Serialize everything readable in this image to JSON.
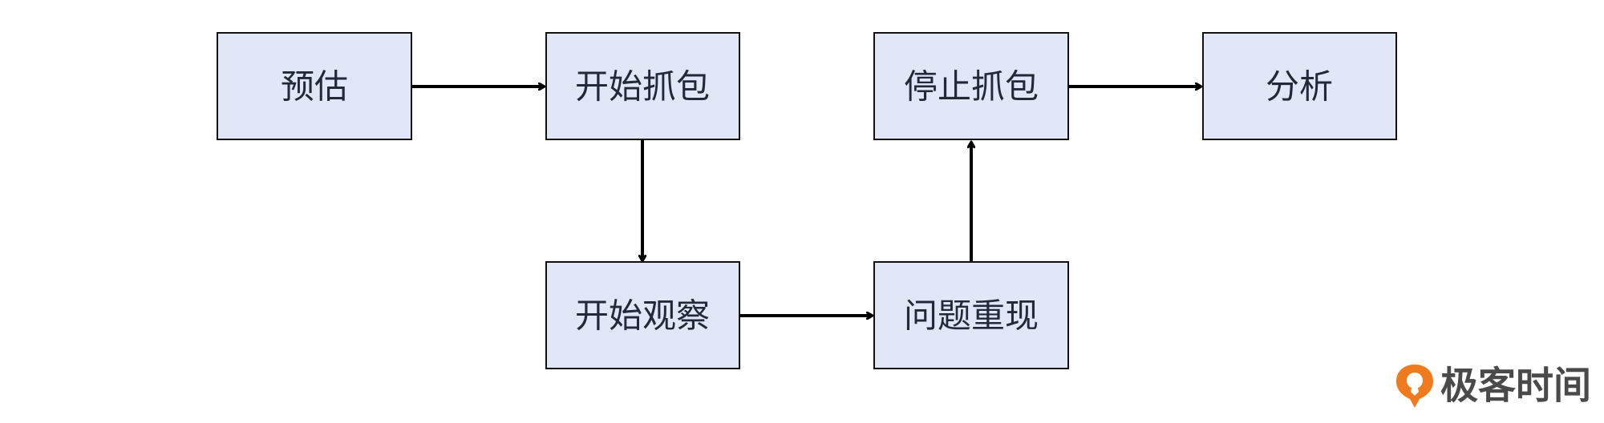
{
  "diagram": {
    "nodes": {
      "estimate": {
        "label": "预估"
      },
      "start_capture": {
        "label": "开始抓包"
      },
      "start_observe": {
        "label": "开始观察"
      },
      "reproduce": {
        "label": "问题重现"
      },
      "stop_capture": {
        "label": "停止抓包"
      },
      "analyze": {
        "label": "分析"
      }
    },
    "edges": [
      {
        "from": "estimate",
        "to": "start_capture"
      },
      {
        "from": "start_capture",
        "to": "start_observe"
      },
      {
        "from": "start_observe",
        "to": "reproduce"
      },
      {
        "from": "reproduce",
        "to": "stop_capture"
      },
      {
        "from": "stop_capture",
        "to": "analyze"
      }
    ]
  },
  "watermark": {
    "text": "极客时间",
    "icon": "geektime-logo-icon",
    "accent_color": "#f07a1e"
  },
  "colors": {
    "node_fill": "#e1e7f7",
    "node_border": "#111111",
    "text": "#222a3a",
    "arrow": "#000000"
  }
}
